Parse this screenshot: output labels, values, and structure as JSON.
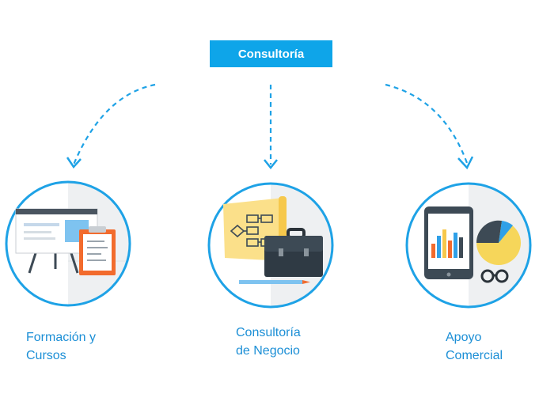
{
  "header": {
    "label": "Consultoría"
  },
  "colors": {
    "accent": "#0ea5e9",
    "arrow": "#1ea2e6",
    "caption": "#1c8fd6"
  },
  "services": [
    {
      "line1": "Formación y",
      "line2": "Cursos",
      "icon": "presentation-board-icon"
    },
    {
      "line1": "Consultoría",
      "line2": "de Negocio",
      "icon": "briefcase-flowchart-icon"
    },
    {
      "line1": "Apoyo",
      "line2": "Comercial",
      "icon": "tablet-chart-icon"
    }
  ]
}
